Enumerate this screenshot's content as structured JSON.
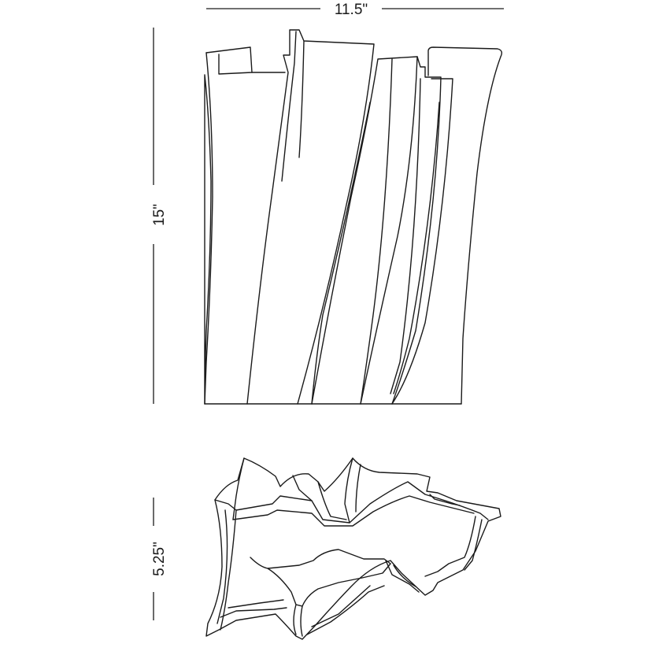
{
  "dimensions": {
    "width_label": "11.5\"",
    "height_label": "15\"",
    "depth_label": "5.25\""
  }
}
